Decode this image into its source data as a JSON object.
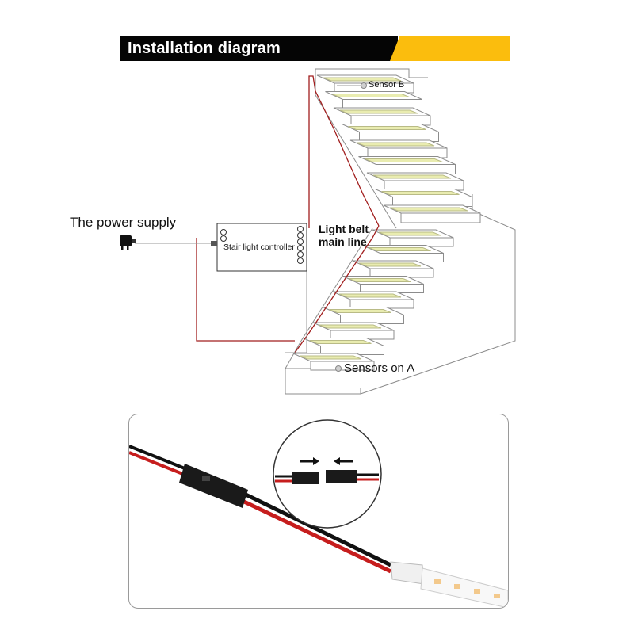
{
  "header": {
    "title": "Installation diagram",
    "bar_color": "#050505",
    "accent_color": "#fbbd0d"
  },
  "labels": {
    "power_supply": "The power supply",
    "controller": "Stair light controller",
    "light_belt_line1": "Light belt",
    "light_belt_line2": "main line",
    "sensor_b": "Sensor B",
    "sensors_a": "Sensors on A"
  },
  "icons": {
    "power_adapter": "power-adapter-icon",
    "controller": "controller-box-icon",
    "sensor": "sensor-dot-icon",
    "connector": "connector-arrows-icon"
  },
  "colors": {
    "wire_red": "#a11d1d",
    "strip_yellow": "#e9ecb0",
    "stair_line": "#8c8c8c"
  }
}
